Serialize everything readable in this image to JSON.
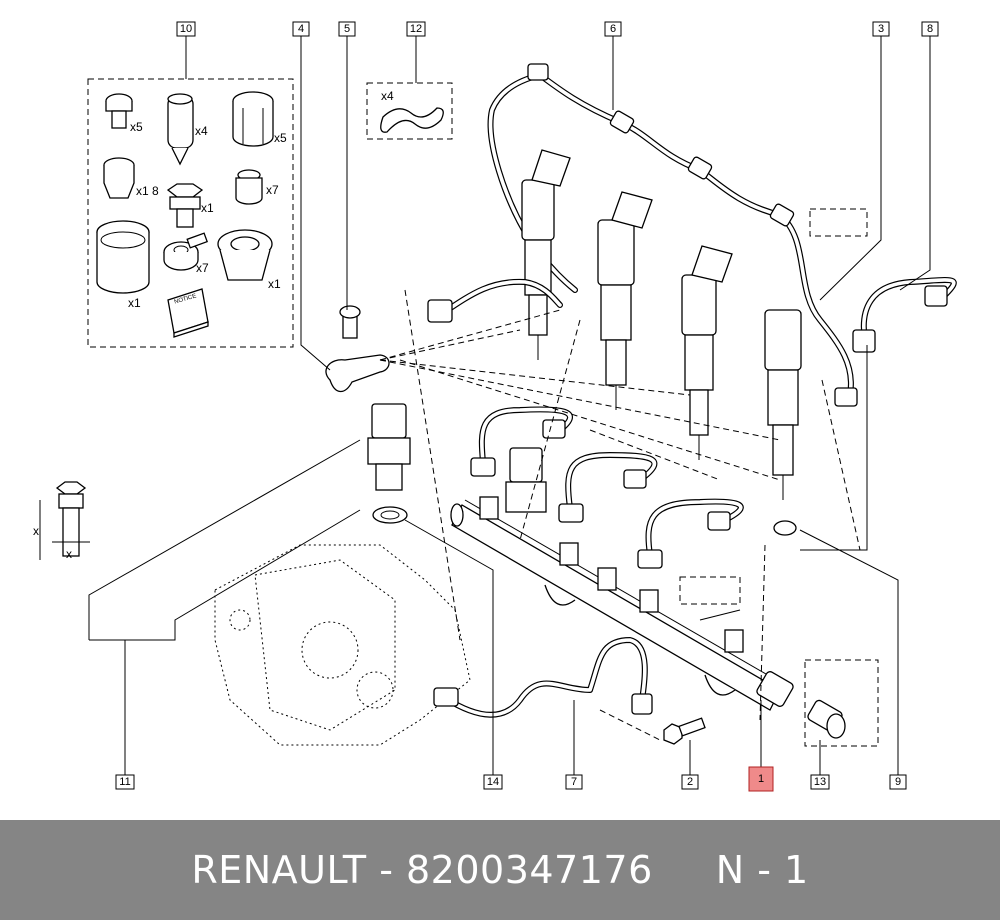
{
  "footer": {
    "brand": "RENAULT",
    "separator": " - ",
    "part_number": "8200347176",
    "gap": "     ",
    "position_label": "N - 1"
  },
  "callouts": [
    "1",
    "2",
    "3",
    "4",
    "5",
    "6",
    "7",
    "8",
    "9",
    "10",
    "11",
    "12",
    "13",
    "14"
  ],
  "highlighted_callout": "1",
  "highlight_color": "#ef8a8a",
  "kit_quantities": {
    "screw": "x5",
    "pin": "x4",
    "nut": "x5",
    "sleeve": "x1 8",
    "hex": "x1",
    "cap": "x7",
    "washer": "x7",
    "cup": "x1",
    "ring": "x1",
    "clip": "x4"
  },
  "notice_label": "NOTICE",
  "dim_label": "x"
}
